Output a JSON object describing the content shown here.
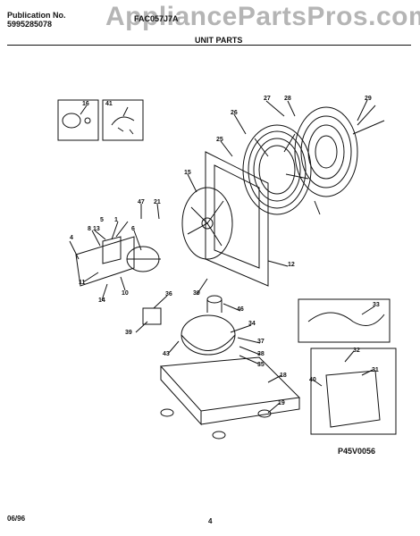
{
  "header": {
    "publication_label": "Publication No.",
    "publication_number": "5995285078",
    "model_code": "FAC057J7A",
    "section_title": "UNIT PARTS"
  },
  "watermark": "AppliancePartsPros.com",
  "diagram_code": "P45V0056",
  "footer": {
    "date": "06/96",
    "page_number": "4"
  },
  "callouts": [
    "16",
    "41",
    "27",
    "28",
    "29",
    "26",
    "25",
    "15",
    "47",
    "21",
    "5",
    "1",
    "6",
    "13",
    "4",
    "8",
    "12",
    "11",
    "14",
    "10",
    "36",
    "30",
    "46",
    "34",
    "39",
    "37",
    "43",
    "38",
    "35",
    "18",
    "19",
    "33",
    "32",
    "31",
    "40"
  ]
}
